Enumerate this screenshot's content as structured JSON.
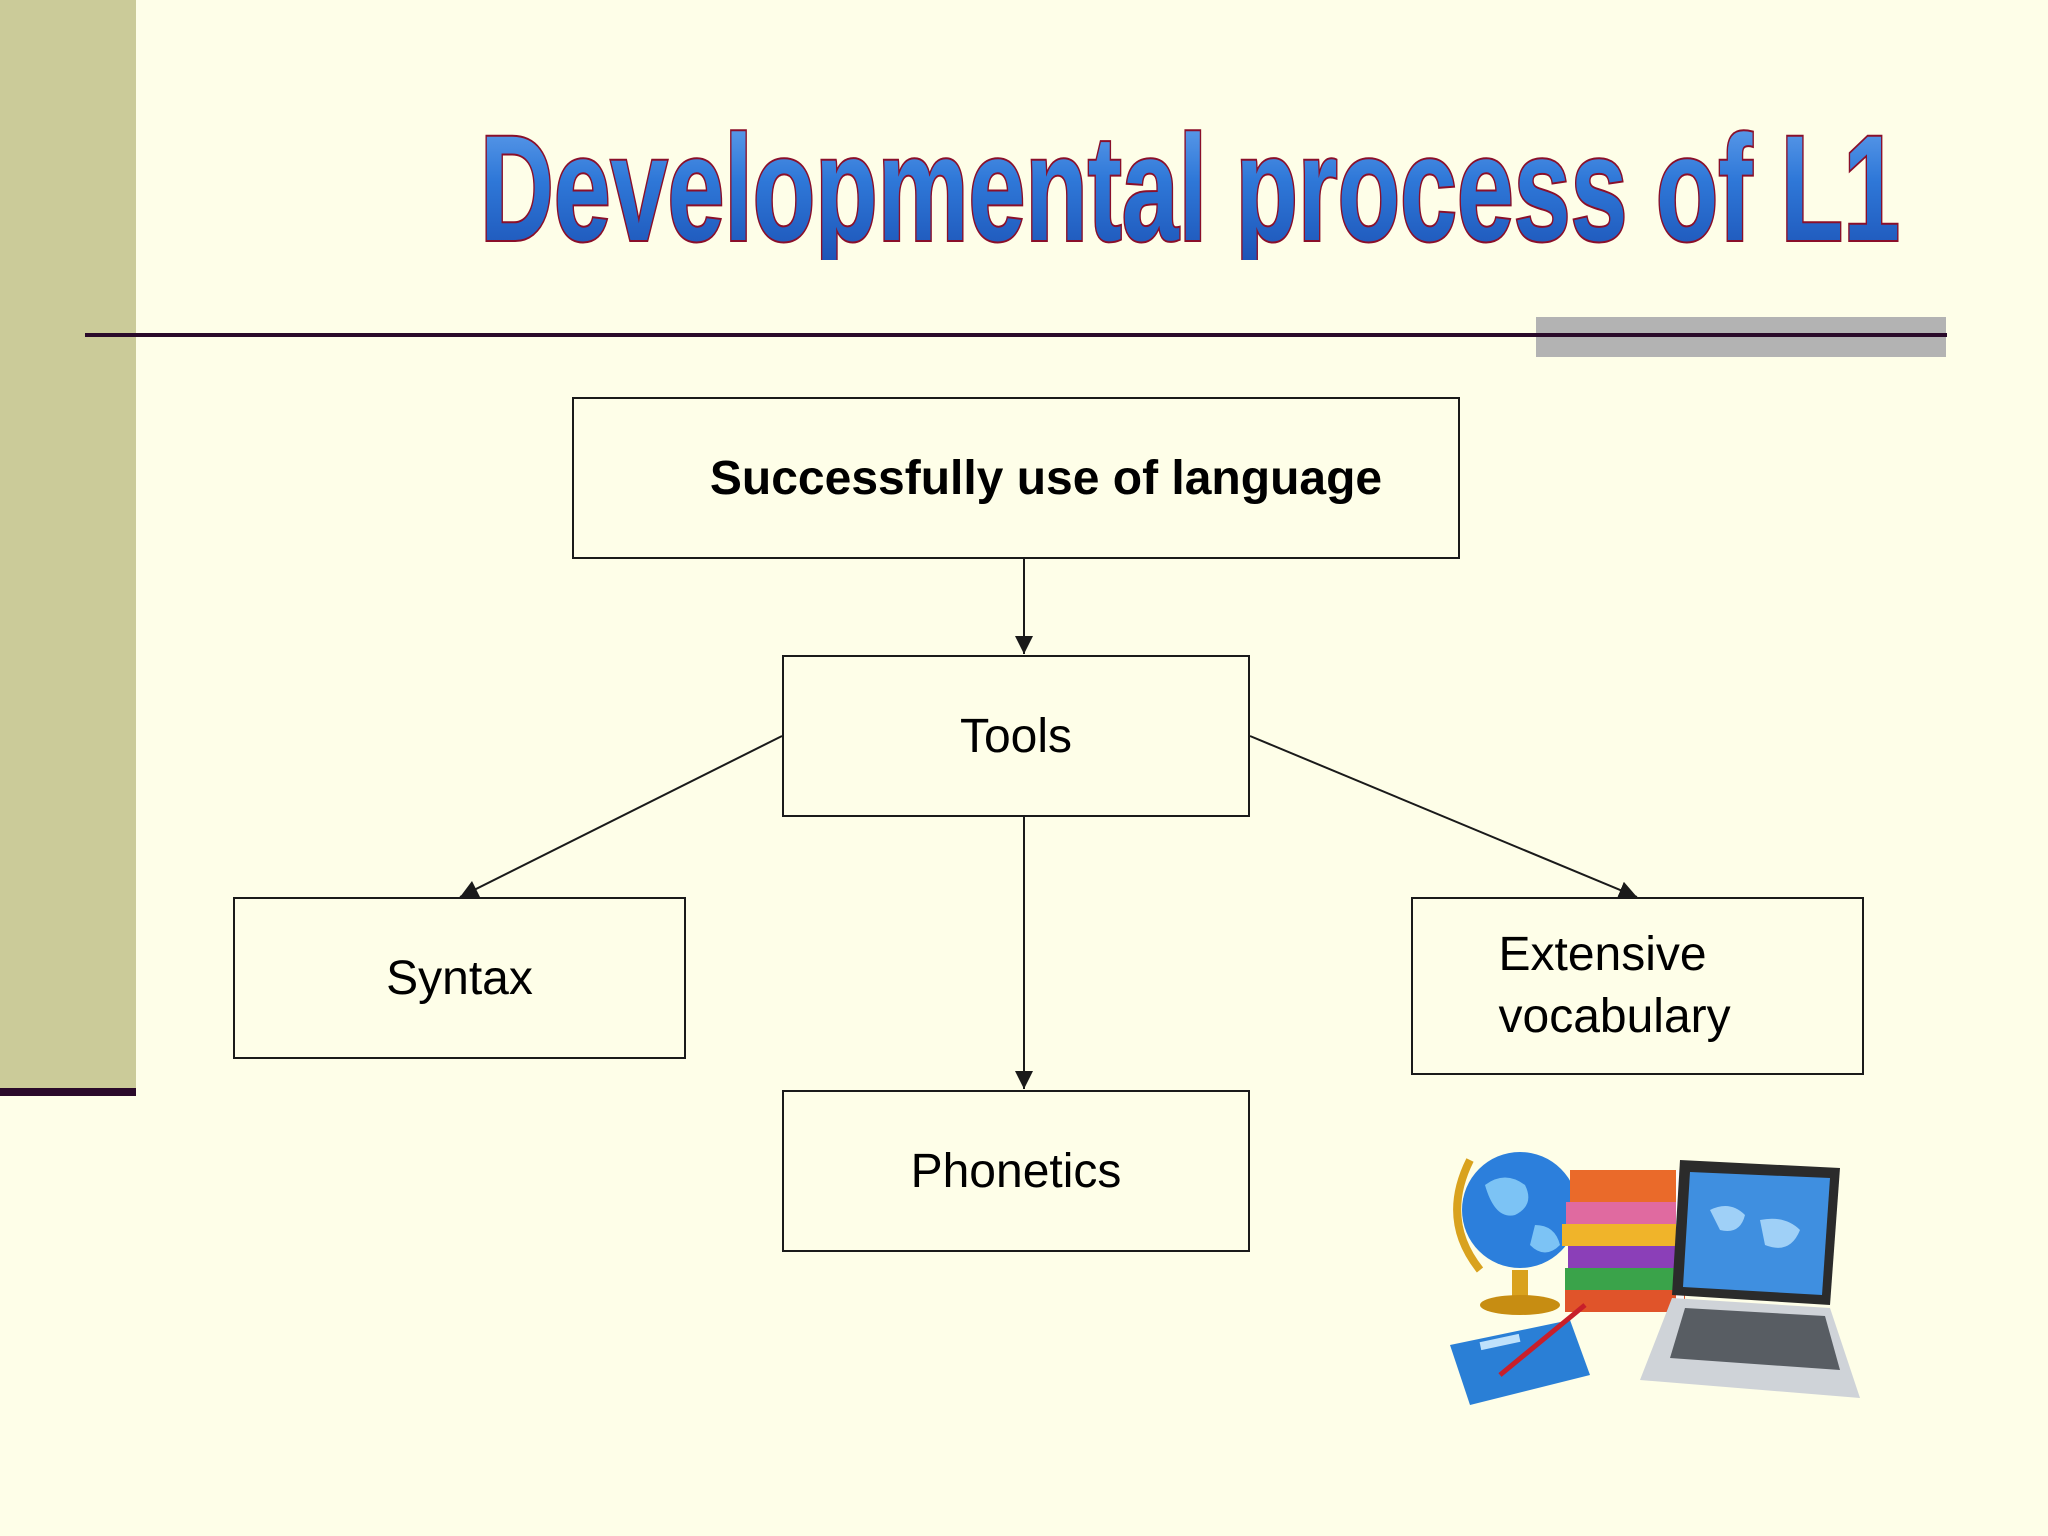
{
  "slide": {
    "title": "Developmental process of L1"
  },
  "diagram": {
    "nodes": {
      "top": "Successfully use of language",
      "tools": "Tools",
      "syntax": "Syntax",
      "phonetics": "Phonetics",
      "vocab": "Extensive vocabulary"
    },
    "edges": [
      {
        "from": "top",
        "to": "tools"
      },
      {
        "from": "tools",
        "to": "syntax"
      },
      {
        "from": "tools",
        "to": "phonetics"
      },
      {
        "from": "tools",
        "to": "vocab"
      }
    ]
  },
  "colors": {
    "background": "#fefee8",
    "sidebar": "#cbcb99",
    "title_fill": "#1f5fc8",
    "title_outline": "#8a0f2a",
    "rule": "#2a0a2a",
    "rule_accent": "#b3b3b3"
  },
  "clipart": {
    "icon": "education-clipart-icon"
  }
}
